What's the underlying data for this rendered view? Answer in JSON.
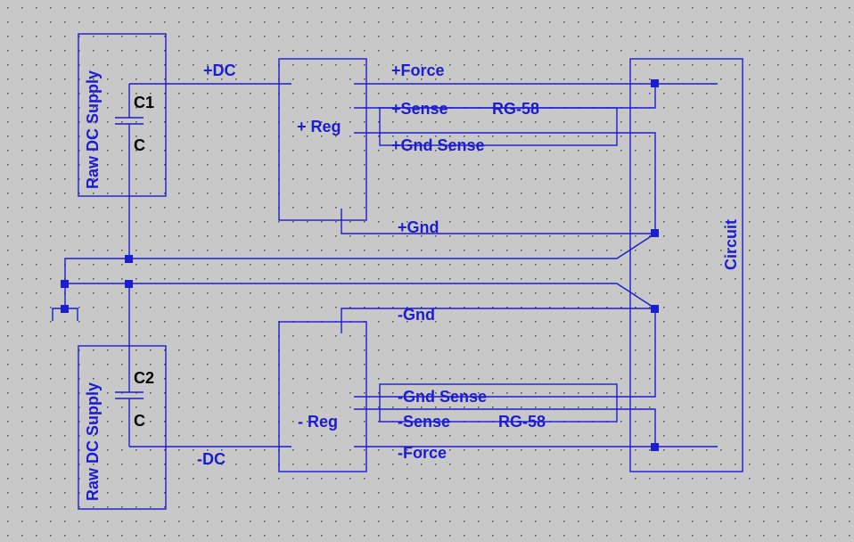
{
  "colors": {
    "background": "#c8c8c8",
    "grid_dot": "#5a5a5a",
    "wire": "#1c1cd0",
    "component_text": "#000000"
  },
  "supplies": {
    "top": {
      "label": "Raw DC Supply",
      "cap_name": "C1",
      "cap_value": "C"
    },
    "bottom": {
      "label": "Raw DC Supply",
      "cap_name": "C2",
      "cap_value": "C"
    }
  },
  "regulators": {
    "positive": "+ Reg",
    "negative": "- Reg"
  },
  "circuit": {
    "label": "Circuit"
  },
  "nets": {
    "pos_dc": "+DC",
    "neg_dc": "-DC",
    "pos_force": "+Force",
    "pos_sense": "+Sense",
    "pos_gnd_sense": "+Gnd Sense",
    "pos_gnd": "+Gnd",
    "neg_gnd": "-Gnd",
    "neg_gnd_sense": "-Gnd Sense",
    "neg_sense": "-Sense",
    "neg_force": "-Force",
    "cable_top": "RG-58",
    "cable_bottom": "RG-58"
  }
}
